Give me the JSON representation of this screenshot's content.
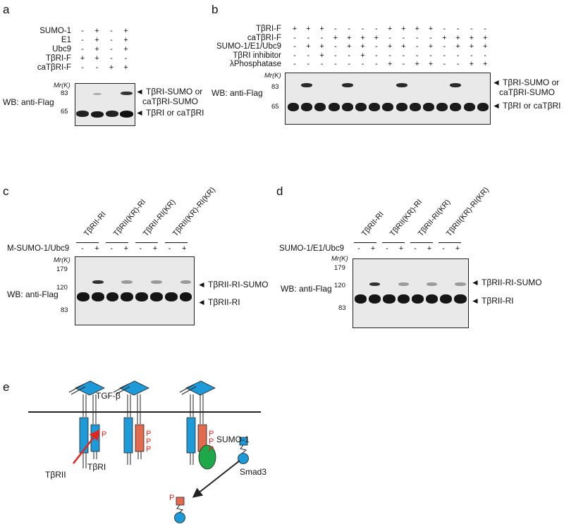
{
  "panel_a": {
    "label": "a",
    "rows": [
      {
        "label": "SUMO-1",
        "signs": [
          "-",
          "+",
          "-",
          "+"
        ]
      },
      {
        "label": "E1",
        "signs": [
          "-",
          "+",
          "-",
          "+"
        ]
      },
      {
        "label": "Ubc9",
        "signs": [
          "-",
          "+",
          "-",
          "+"
        ]
      },
      {
        "label": "TβRI-F",
        "signs": [
          "+",
          "+",
          "-",
          "-"
        ]
      },
      {
        "label": "caTβRI-F",
        "signs": [
          "-",
          "-",
          "+",
          "+"
        ]
      }
    ],
    "mr": "Mr(K)",
    "markers": [
      "83",
      "65"
    ],
    "wb": "WB: anti-Flag",
    "arrow1": "TβRI-SUMO or",
    "arrow1b": "caTβRI-SUMO",
    "arrow2": "TβRI or caTβRI"
  },
  "panel_b": {
    "label": "b",
    "rows": [
      {
        "label": "TβRI-F",
        "signs": [
          "+",
          "+",
          "+",
          "-",
          "-",
          "-",
          "-",
          "+",
          "+",
          "+",
          "+",
          "-",
          "-",
          "-",
          "-"
        ]
      },
      {
        "label": "caTβRI-F",
        "signs": [
          "-",
          "-",
          "-",
          "+",
          "+",
          "+",
          "+",
          "-",
          "-",
          "-",
          "-",
          "+",
          "+",
          "+",
          "+"
        ]
      },
      {
        "label": "SUMO-1/E1/Ubc9",
        "signs": [
          "-",
          "+",
          "+",
          "-",
          "+",
          "+",
          "-",
          "+",
          "+",
          "-",
          "+",
          "-",
          "+",
          "+",
          "+"
        ]
      },
      {
        "label": "TβRI inhibitor",
        "signs": [
          "-",
          "-",
          "+",
          "-",
          "-",
          "+",
          "-",
          "-",
          "-",
          "-",
          "-",
          "-",
          "-",
          "-",
          "-"
        ]
      },
      {
        "label": "λPhosphatase",
        "signs": [
          "-",
          "-",
          "-",
          "-",
          "-",
          "-",
          "-",
          "+",
          "-",
          "+",
          "+",
          "-",
          "-",
          "+",
          "+"
        ]
      }
    ],
    "mr": "Mr(K)",
    "markers": [
      "83",
      "65"
    ],
    "wb": "WB: anti-Flag",
    "arrow1": "TβRI-SUMO or",
    "arrow1b": "caTβRI-SUMO",
    "arrow2": "TβRI or caTβRI"
  },
  "panel_c": {
    "label": "c",
    "lanes": [
      "TβRII-RI",
      "TβRII(KR)-RI",
      "TβRII-RI(KR)",
      "TβRII(KR)-RI(KR)"
    ],
    "row_label": "M-SUMO-1/Ubc9",
    "signs": [
      "-",
      "+",
      "-",
      "+",
      "-",
      "+",
      "-",
      "+"
    ],
    "mr": "Mr(K)",
    "markers": [
      "179",
      "120",
      "83"
    ],
    "wb": "WB: anti-Flag",
    "arrow1": "TβRII-RI-SUMO",
    "arrow2": "TβRII-RI"
  },
  "panel_d": {
    "label": "d",
    "lanes": [
      "TβRII-RI",
      "TβRII(KR)-RI",
      "TβRII-RI(KR)",
      "TβRII(KR)-RI(KR)"
    ],
    "row_label": "SUMO-1/E1/Ubc9",
    "signs": [
      "-",
      "+",
      "-",
      "+",
      "-",
      "+",
      "-",
      "+"
    ],
    "mr": "Mr(K)",
    "markers": [
      "179",
      "120",
      "83"
    ],
    "wb": "WB: anti-Flag",
    "arrow1": "TβRII-RI-SUMO",
    "arrow2": "TβRII-RI"
  },
  "panel_e": {
    "label": "e",
    "tgf": "TGF-β",
    "tbrii": "TβRII",
    "tbri": "TβRI",
    "p": "P",
    "sumo": "SUMO-1",
    "smad": "Smad3",
    "colors": {
      "blue": "#1f9ad8",
      "red": "#e26b4f",
      "green": "#1fa84a",
      "ptext": "#e0261f"
    }
  }
}
